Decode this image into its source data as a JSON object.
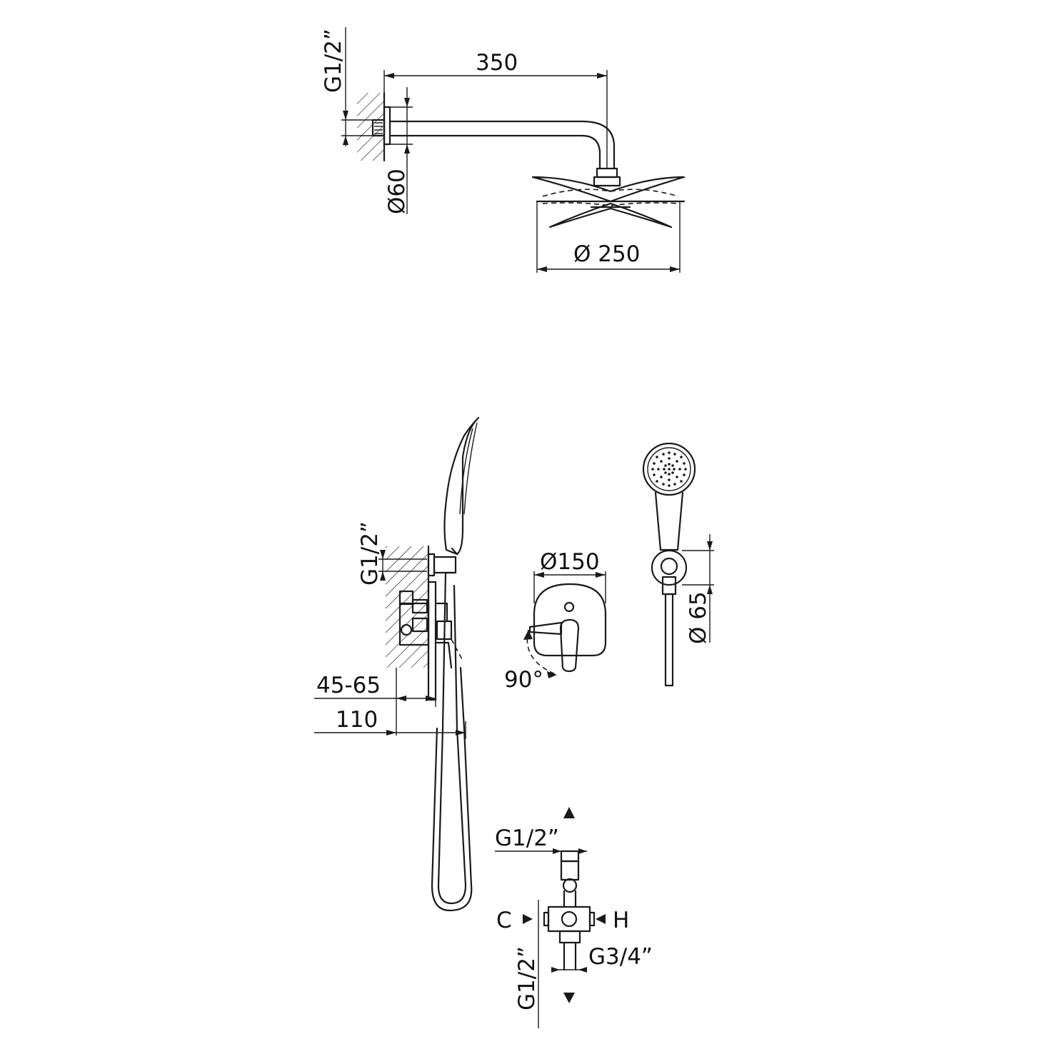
{
  "shower_arm": {
    "thread": "G1/2”",
    "length": "350",
    "flange_diameter": "Ø60",
    "head_diameter": "Ø 250"
  },
  "mixer": {
    "thread": "G1/2”",
    "depth_range": "45-65",
    "depth_total": "110",
    "plate_diameter": "Ø150",
    "rotation": "90°"
  },
  "hand_shower": {
    "holder_diameter": "Ø 65"
  },
  "valve_body": {
    "outlet_top": "G1/2”",
    "cold": "C",
    "hot": "H",
    "inlet": "G3/4”",
    "outlet_bottom": "G1/2”"
  }
}
